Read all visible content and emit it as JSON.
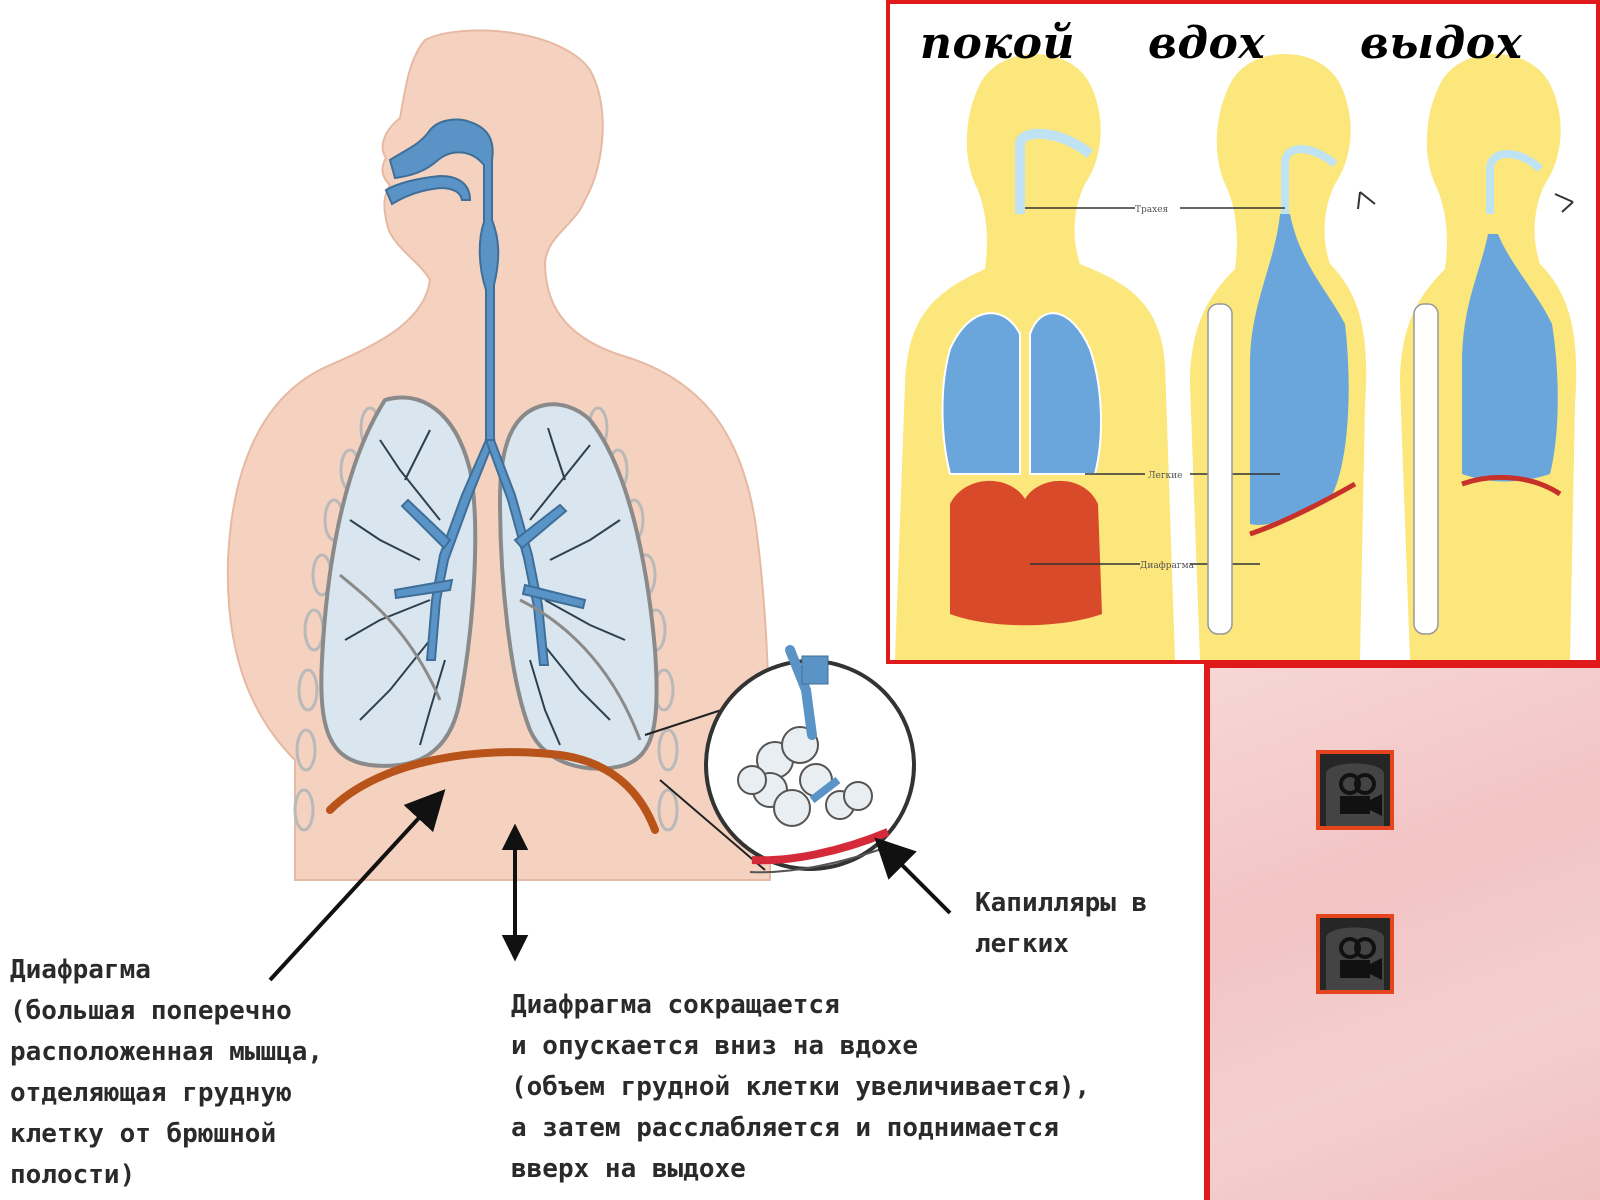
{
  "inset": {
    "titles": [
      "покой",
      "вдох",
      "выдох"
    ],
    "small_labels": [
      "Трахея",
      "Легкие",
      "Диафрагма"
    ]
  },
  "callouts": {
    "capillaries": "Капилляры в\nлегких",
    "diaphragm": "Диафрагма\n(большая поперечно\nрасположенная мышца,\nотделяющая грудную\nклетку от брюшной\nполости)",
    "movement": "Диафрагма сокращается\nи опускается вниз на вдохе\n(объем грудной клетки увеличивается),\nа затем расслабляется и поднимается\nвверх на выдохе"
  },
  "video_buttons": [
    {
      "icon": "video-camera-icon"
    },
    {
      "icon": "video-camera-icon"
    }
  ],
  "colors": {
    "skin": "#f5d2c0",
    "airway": "#5a93c6",
    "lung_fill": "#d9e6ef",
    "diaphragm": "#b8541a",
    "inset_body": "#fbe77c",
    "inset_lung": "#6aa6dc",
    "inset_diaphragm": "#d84a2a",
    "frame_red": "#e01a1a"
  }
}
